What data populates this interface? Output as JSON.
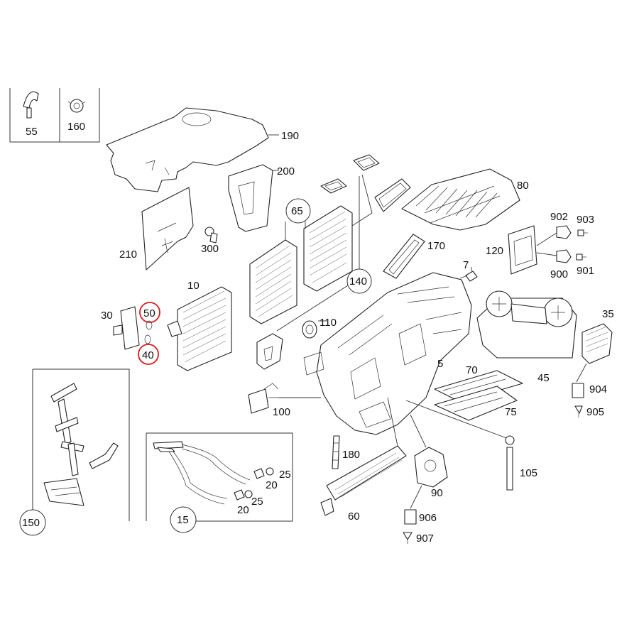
{
  "figure": {
    "labels": {
      "p55": "55",
      "p160": "160",
      "p190": "190",
      "p200": "200",
      "p65": "65",
      "p80": "80",
      "p902": "902",
      "p903": "903",
      "p210": "210",
      "p300": "300",
      "p170": "170",
      "p120": "120",
      "p7": "7",
      "p900": "900",
      "p901": "901",
      "p10": "10",
      "p140": "140",
      "p30": "30",
      "p50": "50",
      "p110": "110",
      "p40": "40",
      "p35": "35",
      "p5": "5",
      "p70": "70",
      "p45": "45",
      "p100": "100",
      "p904": "904",
      "p75": "75",
      "p905": "905",
      "p180": "180",
      "p25a": "25",
      "p20a": "20",
      "p105": "105",
      "p25b": "25",
      "p20b": "20",
      "p90": "90",
      "p60": "60",
      "p150": "150",
      "p15": "15",
      "p906": "906",
      "p907": "907"
    },
    "colors": {
      "line": "#222222",
      "highlight": "#d9191c",
      "background": "#ffffff"
    }
  }
}
